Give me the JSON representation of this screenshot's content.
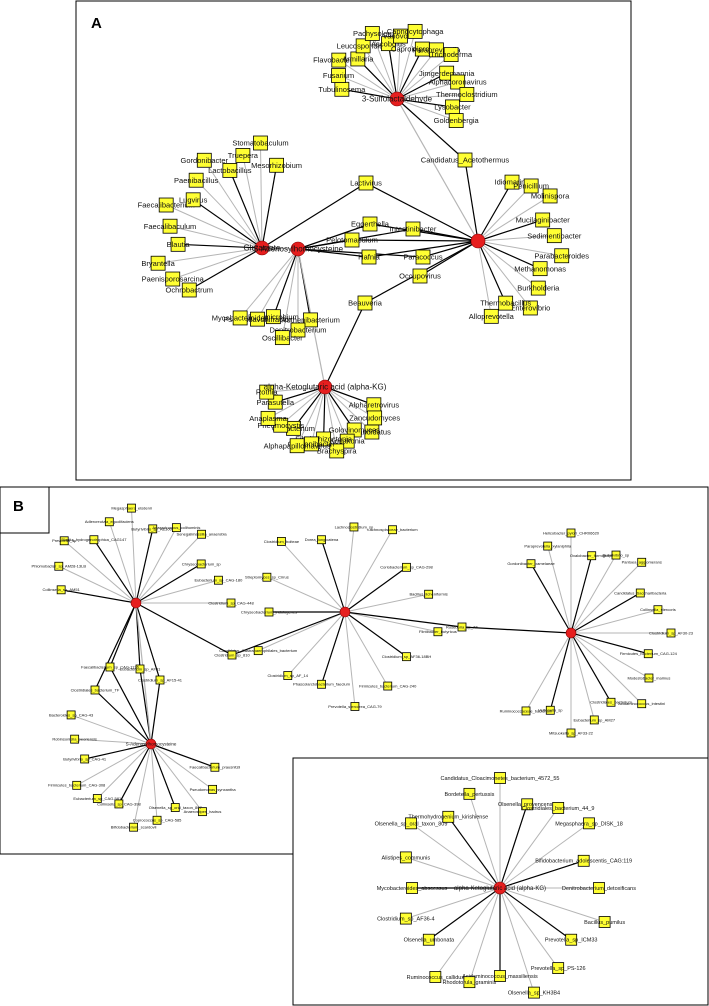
{
  "panels": [
    {
      "label": "A",
      "hubs": [
        {
          "id": "sulfo",
          "label": "3-Sulfolactaldehyde",
          "nodes": [
            "Tubulinosema",
            "Fusarium",
            "Flavobacterium",
            "Armillaria",
            "Leucosporidium",
            "Pachysolen",
            "Ascobolus",
            "Variovorax",
            "Capnocytophaga",
            "Caproiciproducens",
            "Paraprevotella",
            "Trichoderma",
            "Jimgerdemannia",
            "Alphacoronavirus",
            "Thermoclostridium",
            "Lysobacter",
            "Goldenbergia"
          ]
        },
        {
          "id": "glu",
          "label": "Glutamate",
          "nodes": [
            "Ochrobactrum",
            "Paenisporosarcina",
            "Bryantella",
            "Blautia",
            "Faecalibaculum",
            "Faecalibacterium",
            "Lugvirus",
            "Paenibacillus",
            "Gordonibacter",
            "Lactobacillus",
            "Truepera",
            "Stomatobaculum",
            "Mesorhizobium"
          ]
        },
        {
          "id": "cys",
          "label": "S-Adenosylhomocysteine",
          "nodes": [
            "Ruthenibacterium",
            "Denitrobacterium",
            "Oscillibacter",
            "Elusimicrobium",
            "Pseudoflavonifractor",
            "Mycobacteroides"
          ]
        },
        {
          "id": "right",
          "label": "",
          "nodes": [
            "Idiomarina",
            "Penicillium",
            "Molinispora",
            "Mucilaginibacter",
            "Sedimentibacter",
            "Parabacteroides",
            "Methanomonas",
            "Burkholderia",
            "Enterovibrio",
            "Thermobacillus",
            "Alloprevotella"
          ]
        },
        {
          "id": "akg",
          "label": "alpha-Ketoglutaric acid (alpha-KG)",
          "nodes": [
            "Alpharetrovirus",
            "Zancudomyces",
            "Candidatus",
            "Golovinomyces",
            "Kosakonia",
            "Brachyspira",
            "Fibulorhizoctonia",
            "Gordonibacter",
            "Alphapapillomavirus",
            "Oribacterium",
            "Pneumocystis",
            "Anaplasma",
            "Parasutella",
            "Rothia"
          ]
        }
      ],
      "shared": [
        {
          "label": "Candidatus_Acetothermus",
          "hubs": [
            "sulfo",
            "right"
          ]
        },
        {
          "label": "Lactivirus",
          "hubs": [
            "glu",
            "right"
          ]
        },
        {
          "label": "Eggerthella",
          "hubs": [
            "cys",
            "right"
          ]
        },
        {
          "label": "Intestinibacter",
          "hubs": [
            "cys",
            "right"
          ]
        },
        {
          "label": "Pelotomaculum",
          "hubs": [
            "cys",
            "right"
          ]
        },
        {
          "label": "Hafnia",
          "hubs": [
            "cys",
            "right"
          ]
        },
        {
          "label": "Paracoccus",
          "hubs": [
            "cys",
            "right"
          ]
        },
        {
          "label": "Occupovirus",
          "hubs": [
            "right"
          ]
        },
        {
          "label": "Beauveria",
          "hubs": [
            "akg",
            "right"
          ]
        }
      ]
    },
    {
      "label": "B",
      "hubs": [
        {
          "id": "b1",
          "label": "",
          "nodes": [
            "Collinsella_sp_AM51",
            "Phlomobacter_sp_AM28-13LB",
            "Prevotella_sp",
            "Blautia_hydrogenotrophica_CAG147",
            "Adlercreutzia_equolifaciens",
            "Megasphaera_elsdenii",
            "Butyrivibrio_sp_AE3004",
            "Anaerotruncus_colihominis",
            "Senegalimassilia_anaerobia",
            "Chryseobacterium_sp",
            "Eubacterium_sp_CAG-180",
            "Clostridium_sp_CAG-448"
          ]
        },
        {
          "id": "b2",
          "label": "",
          "nodes": [
            "Chryseobacterium_indologenes",
            "Streptomyces_sp_Cirrus",
            "Clostridium_bolteae",
            "Dorea_longicatena",
            "Lachnoclostridium_sp",
            "Lachnospiraceae_bacterium",
            "Coriobacterium_sp_CAG-298",
            "Bacillus_licheniformis",
            "Flintibacter_butyricus",
            "Clostridium_sp_AF36-18BH",
            "Firmicutes_bacterium_CAG-240",
            "Prevotella_stercorea_CAG-79",
            "Phascolarctobacterium_faecium",
            "Clostridium_sp_AF_14",
            "Candidatus_Gastranaerophilales_bacterium"
          ]
        },
        {
          "id": "b3",
          "label": "",
          "nodes": [
            "Gordonibacter_pamelaeae",
            "Paraprevotella_xylaniphila",
            "Helicobacter_pylori_CHR06620",
            "Oxalobacter_formigenes",
            "Butyrivibrio_sp",
            "Pantoea_agglomerans",
            "Candidatus_Saccharibacteria",
            "Collinsella_stercoris",
            "Clostridium_sp_AF30-23",
            "Firmicutes_bacterium_CAG-124",
            "Modestobacter_marinus",
            "Acidaminococcus_intestini",
            "Clostridiales_bacterium",
            "Eubacterium_sp_AM27",
            "Mitsuokella_sp_AF33-22",
            "Veillonella_sp",
            "Ruminococcaceae_bacterium"
          ]
        },
        {
          "id": "b4",
          "label": "S-Adenosylhomocysteine",
          "nodes": [
            "Faecalibacterium_prausnitzii",
            "Pseudomonas_synxantha",
            "Anaerostipes_hadrus",
            "Olsenella_sp_oral_taxon_807",
            "Coprococcus_sp_CAG-585",
            "Bifidobacterium_scardovii",
            "Collinsella_sp_CAG-398",
            "Eubacterium_sp_CAG-581",
            "Firmicutes_bacterium_CAG-308",
            "Butyrivibrio_sp_CAG-41",
            "Robinsoniella_peoriensis",
            "Bacteroides_sp_CAG-43"
          ]
        }
      ],
      "shared": [
        {
          "label": "Clostridium_sp_810",
          "hubs": [
            "b1",
            "b2"
          ]
        },
        {
          "label": "Roseburia_sp_AF",
          "hubs": [
            "b2",
            "b3"
          ]
        },
        {
          "label": "Clostridium_sp_AF15-41",
          "hubs": [
            "b1",
            "b4"
          ]
        },
        {
          "label": "Clostridiales_bacterium_TF",
          "hubs": [
            "b1",
            "b4"
          ]
        },
        {
          "label": "Eubacterium_sp_AF31",
          "hubs": [
            "b1",
            "b4"
          ]
        },
        {
          "label": "Faecalibacterium_sp_CAG-1136",
          "hubs": [
            "b1",
            "b4"
          ]
        }
      ]
    },
    {
      "label": "",
      "hubs": [
        {
          "id": "c1",
          "label": "alpha-Ketoglutaric acid (alpha-KG)",
          "nodes": [
            "Mycobacteroides_abscessus",
            "Alistipes_communis",
            "Olsenella_sp_oral_taxon_809",
            "Thermohydrogenium_kirishiense",
            "Bordetella_pertussis",
            "Candidatus_Cloacimonetes_bacterium_4572_55",
            "Olsenella_provencensis",
            "Clostridiales_bacterium_44_9",
            "Megasphaera_sp_DISK_18",
            "Bifidobacterium_adolescentis_CAG:119",
            "Denitrobacterium_detoxificans",
            "Bacillus_pumilus",
            "Prevotella_sp_ICM33",
            "Prevotella_sp_PS-126",
            "Olsenella_sp_KH3B4",
            "Acidaminococcus_massiliensis",
            "Rhodotorula_graminis",
            "Ruminococcus_callidus",
            "Olsenella_umbonata",
            "Clostridium_sp_AF36-4"
          ]
        }
      ],
      "shared": []
    }
  ],
  "colors": {
    "hub": "#e61e1e",
    "node": "#ffff33",
    "node_border": "#000000",
    "edge": "#b5b5b5",
    "edge_dark": "#000000"
  }
}
